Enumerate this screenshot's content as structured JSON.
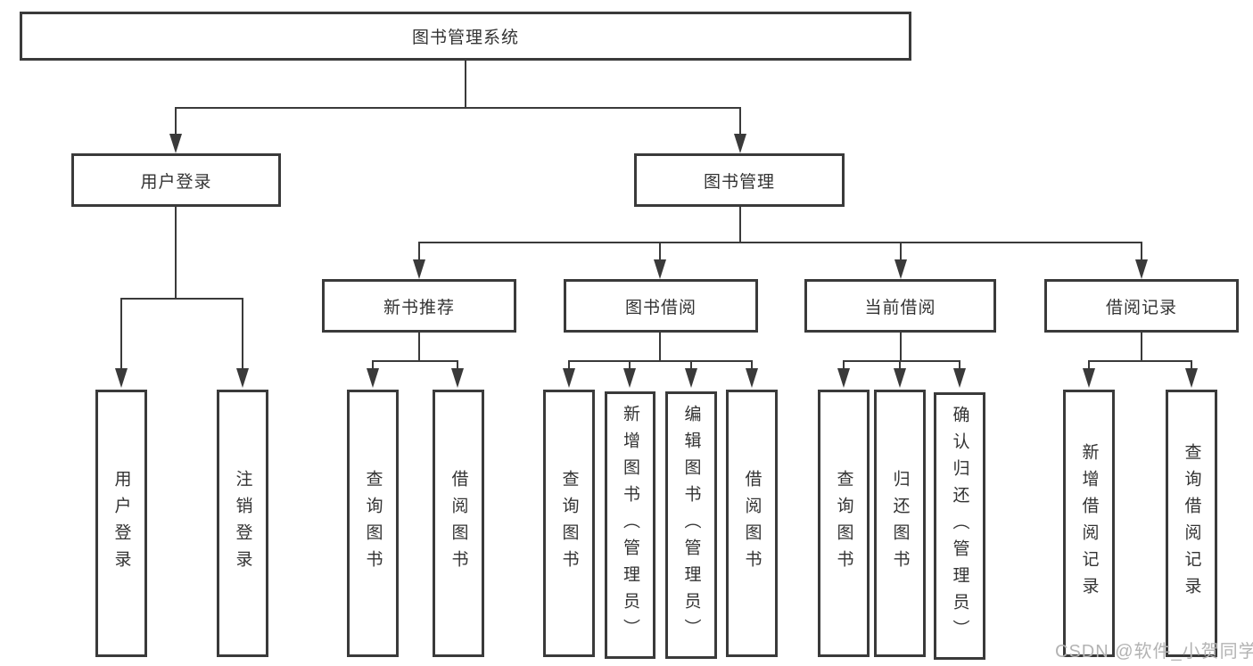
{
  "diagram": {
    "nodes": {
      "root": "图书管理系统",
      "user_login": "用户登录",
      "book_mgmt": "图书管理",
      "new_book_rec": "新书推荐",
      "book_borrow": "图书借阅",
      "current_borrow": "当前借阅",
      "borrow_records": "借阅记录",
      "leaf_user_login": "用户登录",
      "leaf_logout": "注销登录",
      "leaf_query_book_1": "查询图书",
      "leaf_borrow_book_1": "借阅图书",
      "leaf_query_book_2": "查询图书",
      "leaf_add_book": "新增图书（管理员）",
      "leaf_edit_book": "编辑图书（管理员）",
      "leaf_borrow_book_2": "借阅图书",
      "leaf_query_book_3": "查询图书",
      "leaf_return_book": "归还图书",
      "leaf_confirm_return": "确认归还（管理员）",
      "leaf_add_record": "新增借阅记录",
      "leaf_query_record": "查询借阅记录"
    },
    "tree": {
      "图书管理系统": {
        "用户登录": [
          "用户登录",
          "注销登录"
        ],
        "图书管理": {
          "新书推荐": [
            "查询图书",
            "借阅图书"
          ],
          "图书借阅": [
            "查询图书",
            "新增图书（管理员）",
            "编辑图书（管理员）",
            "借阅图书"
          ],
          "当前借阅": [
            "查询图书",
            "归还图书",
            "确认归还（管理员）"
          ],
          "借阅记录": [
            "新增借阅记录",
            "查询借阅记录"
          ]
        }
      }
    },
    "colors": {
      "line": "#3a3a3a",
      "text": "#333333",
      "box_bg": "#ffffff",
      "watermark": "#b3b3b3"
    }
  },
  "watermark": "CSDN @软件_小贺同学"
}
